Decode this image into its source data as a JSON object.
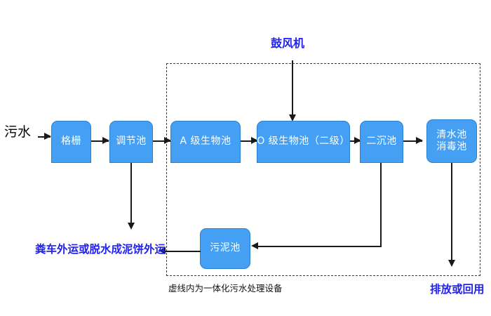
{
  "diagram": {
    "title_label": "鼓风机",
    "inlet_label": "污水",
    "caption": "虚线内为一体化污水处理设备",
    "outlet_label": "排放或回用",
    "sludge_disposal_label": "粪车外运或脱水成泥饼外运",
    "colors": {
      "node_fill": "#45a0f3",
      "node_border": "#2b7fd0",
      "node_text": "#ffffff",
      "accent_text": "#2222ee",
      "connector": "#1a1a1a",
      "dashed_border": "#3a3a3a",
      "background": "#ffffff"
    },
    "nodes": [
      {
        "id": "grille",
        "label": "格栅"
      },
      {
        "id": "regulating",
        "label": "调节池"
      },
      {
        "id": "a-stage",
        "label": "A 级生物池"
      },
      {
        "id": "o-stage",
        "label": "O 级生物池（二级）"
      },
      {
        "id": "secondary",
        "label": "二沉池"
      },
      {
        "id": "clearwater",
        "label_line1": "清水池",
        "label_line2": "消毒池"
      },
      {
        "id": "sludge",
        "label": "污泥池"
      }
    ],
    "connectors": [
      {
        "id": "inlet-to-grille",
        "from": "污水",
        "to": "格栅"
      },
      {
        "id": "grille-to-regulating",
        "from": "格栅",
        "to": "调节池"
      },
      {
        "id": "regulating-to-a",
        "from": "调节池",
        "to": "A 级生物池"
      },
      {
        "id": "a-to-o",
        "from": "A 级生物池",
        "to": "O 级生物池（二级）"
      },
      {
        "id": "o-to-secondary",
        "from": "O 级生物池（二级）",
        "to": "二沉池"
      },
      {
        "id": "secondary-to-clearwater",
        "from": "二沉池",
        "to": "清水池消毒池"
      },
      {
        "id": "blower-to-o",
        "from": "鼓风机",
        "to": "O 级生物池（二级）"
      },
      {
        "id": "regulating-to-disposal",
        "from": "调节池",
        "to": "粪车外运或脱水成泥饼外运"
      },
      {
        "id": "secondary-to-sludge",
        "from": "二沉池",
        "to": "污泥池"
      },
      {
        "id": "sludge-to-disposal",
        "from": "污泥池",
        "to": "粪车外运或脱水成泥饼外运"
      },
      {
        "id": "clearwater-to-outlet",
        "from": "清水池消毒池",
        "to": "排放或回用"
      }
    ]
  }
}
